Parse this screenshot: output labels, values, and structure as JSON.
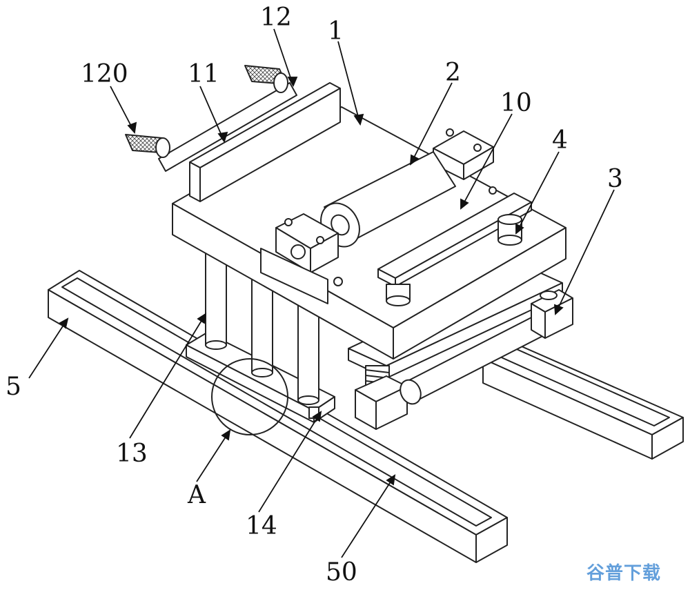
{
  "figure": {
    "labels": {
      "l1": "1",
      "l2": "2",
      "l3": "3",
      "l4": "4",
      "l5": "5",
      "l10": "10",
      "l11": "11",
      "l12": "12",
      "l13": "13",
      "l14": "14",
      "l50": "50",
      "l120": "120",
      "lA": "A"
    },
    "watermark": "谷普下载",
    "colors": {
      "line": "#222222",
      "watermark": "#2f7fd0"
    }
  }
}
